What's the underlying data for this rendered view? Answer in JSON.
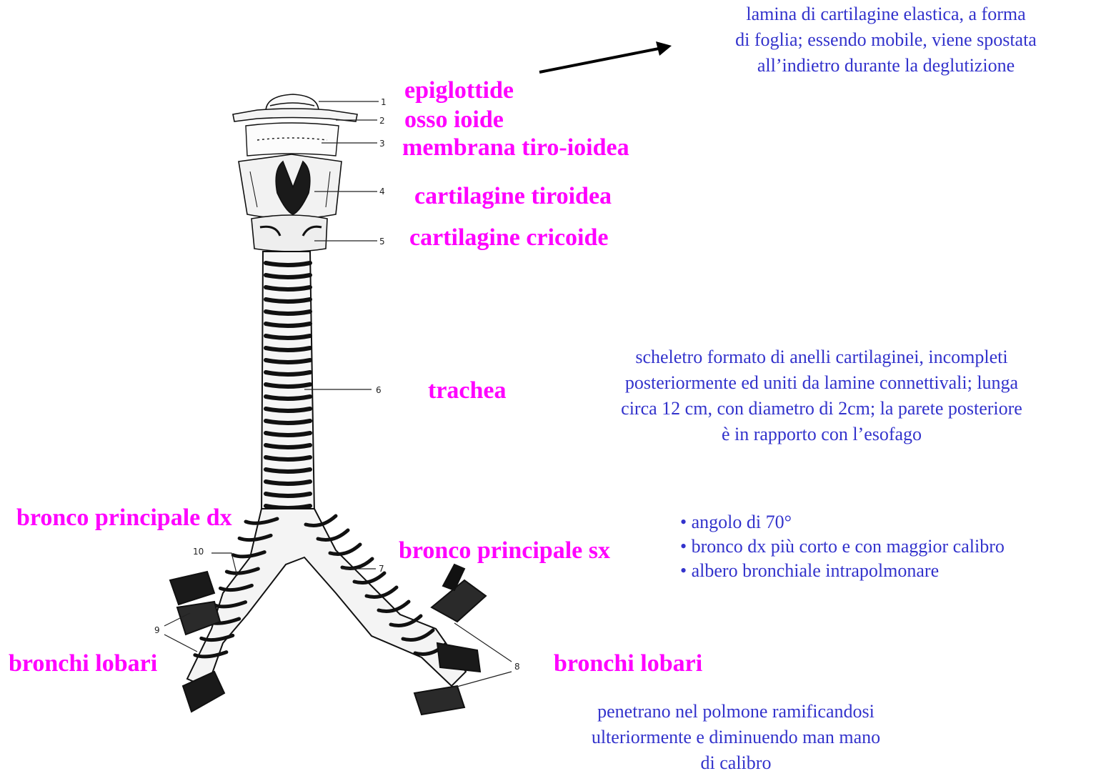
{
  "colors": {
    "label": "#ff00ff",
    "description": "#3333cc",
    "drawing": "#111111"
  },
  "labels": {
    "epiglottide": "epiglottide",
    "osso_ioide": "osso ioide",
    "membrana": "membrana tiro-ioidea",
    "tiroidea": "cartilagine tiroidea",
    "cricoide": "cartilagine cricoide",
    "trachea": "trachea",
    "bronco_dx": "bronco principale dx",
    "bronco_sx": "bronco principale sx",
    "lobari_left": "bronchi lobari",
    "lobari_right": "bronchi lobari"
  },
  "descriptions": {
    "epiglottide": [
      "lamina di cartilagine elastica, a forma",
      "di foglia; essendo mobile, viene spostata",
      "all’indietro durante la deglutizione"
    ],
    "trachea": [
      "scheletro formato di anelli cartilaginei, incompleti",
      "posteriormente ed uniti da lamine connettivali; lunga",
      "circa 12 cm, con diametro di 2cm; la parete posteriore",
      "è in rapporto con l’esofago"
    ],
    "bronchi_bullets": [
      "• angolo di 70°",
      "• bronco dx più corto e con maggior calibro",
      "• albero bronchiale intrapolmonare"
    ],
    "lobari": [
      "penetrano nel polmone ramificandosi",
      "ulteriormente e diminuendo man mano",
      "di calibro"
    ]
  },
  "figure_numbers": [
    "1",
    "2",
    "3",
    "4",
    "5",
    "6",
    "7",
    "8",
    "9",
    "10"
  ]
}
